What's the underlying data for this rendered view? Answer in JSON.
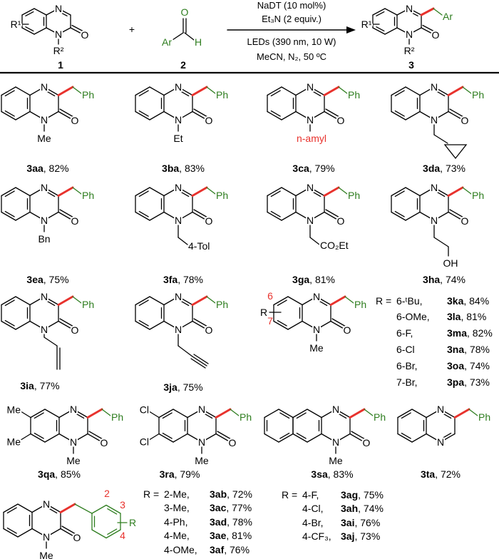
{
  "scheme": {
    "reactant1": {
      "r1": "R¹",
      "r2": "R²",
      "n": "N",
      "o": "O",
      "number": "1"
    },
    "plus": "+",
    "reactant2": {
      "ar": "Ar",
      "o": "O",
      "h": "H",
      "number": "2"
    },
    "conditions": [
      "NaDT (10 mol%)",
      "Et₃N (2 equiv.)",
      "LEDs (390 nm, 10 W)",
      "MeCN, N₂, 50 ºC"
    ],
    "product": {
      "r1": "R¹",
      "r2": "R²",
      "ar": "Ar",
      "number": "3"
    }
  },
  "atoms": {
    "n": "N",
    "o": "O",
    "ph": "Ph",
    "r": "R",
    "me": "Me",
    "cl": "Cl"
  },
  "separator": ", ",
  "compounds": [
    {
      "id": "3aa",
      "yield": "82%",
      "n_sub": "Me"
    },
    {
      "id": "3ba",
      "yield": "83%",
      "n_sub": "Et"
    },
    {
      "id": "3ca",
      "yield": "79%",
      "n_sub": "n-amyl"
    },
    {
      "id": "3da",
      "yield": "73%",
      "n_sub": ""
    },
    {
      "id": "3ea",
      "yield": "75%",
      "n_sub": "Bn"
    },
    {
      "id": "3fa",
      "yield": "78%",
      "n_sub": "4-Tol"
    },
    {
      "id": "3ga",
      "yield": "81%",
      "n_sub": "CO₂Et"
    },
    {
      "id": "3ha",
      "yield": "74%",
      "n_sub": "OH"
    },
    {
      "id": "3ia",
      "yield": "77%",
      "n_sub": ""
    },
    {
      "id": "3ja",
      "yield": "75%",
      "n_sub": ""
    },
    {
      "id": "3ka",
      "yield": "",
      "n_sub": "Me"
    },
    {
      "id": "3qa",
      "yield": "85%",
      "n_sub": "Me"
    },
    {
      "id": "3ra",
      "yield": "79%",
      "n_sub": "Me"
    },
    {
      "id": "3sa",
      "yield": "83%",
      "n_sub": "Me"
    },
    {
      "id": "3ta",
      "yield": "72%",
      "n_sub": ""
    },
    {
      "id": "3ab",
      "yield": "",
      "n_sub": "Me"
    }
  ],
  "ring_positions": {
    "quinoxaline": [
      "6",
      "7"
    ],
    "benzyl": [
      "2",
      "3",
      "4"
    ]
  },
  "table_k": {
    "prefix": "R =",
    "rows": [
      {
        "sub": "6-ᵗBu,",
        "id": "3ka",
        "yield": ",  84%"
      },
      {
        "sub": "6-OMe,",
        "id": "3la",
        "yield": ",  81%"
      },
      {
        "sub": "6-F,",
        "id": "3ma",
        "yield": ", 82%"
      },
      {
        "sub": "6-Cl",
        "id": "3na",
        "yield": ",  78%"
      },
      {
        "sub": "6-Br,",
        "id": "3oa",
        "yield": ",  74%"
      },
      {
        "sub": "7-Br,",
        "id": "3pa",
        "yield": ",  73%"
      }
    ]
  },
  "table_a": {
    "prefix": "R =",
    "rows": [
      {
        "sub": "2-Me,",
        "id": "3ab",
        "yield": ", 72%"
      },
      {
        "sub": "3-Me,",
        "id": "3ac",
        "yield": ", 77%"
      },
      {
        "sub": "4-Ph,",
        "id": "3ad",
        "yield": ", 78%"
      },
      {
        "sub": "4-Me,",
        "id": "3ae",
        "yield": ", 81%"
      },
      {
        "sub": "4-OMe,",
        "id": "3af",
        "yield": ",  76%"
      }
    ]
  },
  "table_b": {
    "prefix": "R =",
    "rows": [
      {
        "sub": "4-F,",
        "id": "3ag",
        "yield": ", 75%"
      },
      {
        "sub": "4-Cl,",
        "id": "3ah",
        "yield": ", 74%"
      },
      {
        "sub": "4-Br,",
        "id": "3ai",
        "yield": ",  76%"
      },
      {
        "sub": "4-CF₃,",
        "id": "3aj",
        "yield": ",  73%"
      }
    ]
  },
  "colors": {
    "bond": "#000000",
    "new_bond": "#e8322d",
    "aryl": "#2e7d1f",
    "highlight": "#e8322d"
  }
}
